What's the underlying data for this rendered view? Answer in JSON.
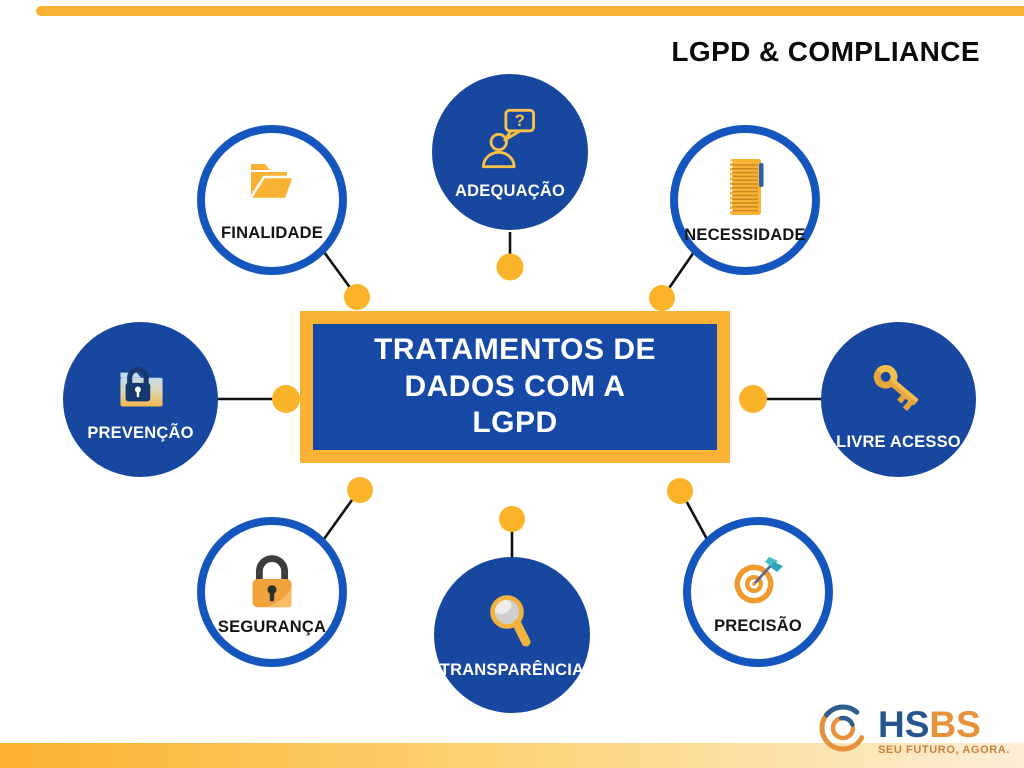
{
  "page_title": "LGPD & COMPLIANCE",
  "center_box": {
    "line1": "TRATAMENTOS DE",
    "line2": "DADOS COM A",
    "line3": "LGPD"
  },
  "nodes": [
    {
      "id": "adequacao",
      "label": "ADEQUAÇÃO",
      "style": "filled",
      "icon": "person-question-icon",
      "icon_text": "?"
    },
    {
      "id": "finalidade",
      "label": "FINALIDADE",
      "style": "outline",
      "icon": "open-folder-icon"
    },
    {
      "id": "necessidade",
      "label": "NECESSIDADE",
      "style": "outline",
      "icon": "notebook-icon"
    },
    {
      "id": "prevencao",
      "label": "PREVENÇÃO",
      "style": "filled",
      "icon": "locked-folder-icon"
    },
    {
      "id": "livre_acesso",
      "label": "LIVRE ACESSO",
      "style": "filled",
      "icon": "key-icon"
    },
    {
      "id": "seguranca",
      "label": "SEGURANÇA",
      "style": "outline",
      "icon": "padlock-icon"
    },
    {
      "id": "transparencia",
      "label": "TRANSPARÊNCIA",
      "style": "filled",
      "icon": "magnifier-icon"
    },
    {
      "id": "precisao",
      "label": "PRECISÃO",
      "style": "outline",
      "icon": "target-dart-icon"
    }
  ],
  "logo": {
    "name_blue": "HS",
    "name_orange": "BS",
    "tagline": "SEU FUTURO, AGORA."
  },
  "palette": {
    "circle_fill_blue": "#17479E",
    "circle_ring_blue": "#1555BE",
    "accent_yellow": "#F9B233",
    "center_box_blue": "#1549A5",
    "connector_black": "#111111",
    "logo_blue": "#27568D",
    "logo_orange": "#E8913B",
    "tagline_orange": "#C8823B",
    "bottom_bar_gradient": [
      "#FBB12E",
      "#FDEDD6"
    ]
  }
}
